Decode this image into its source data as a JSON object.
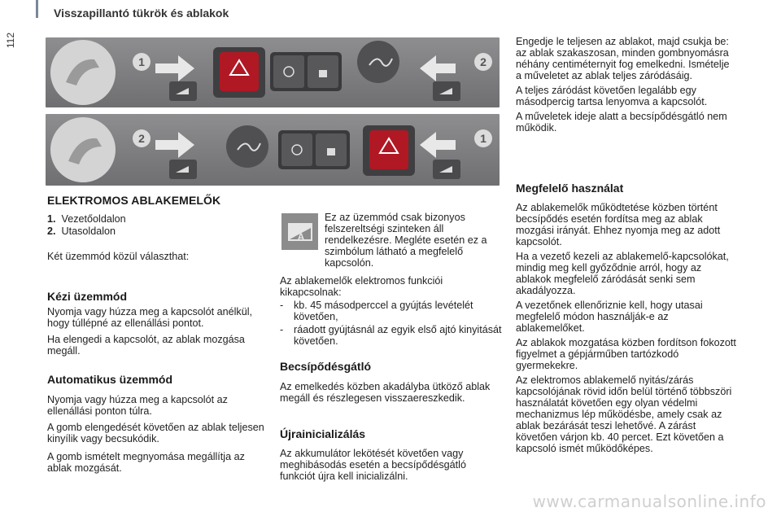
{
  "header": {
    "section_title": "Visszapillantó tükrök és ablakok",
    "page_number": "112"
  },
  "figure": {
    "top_callouts": [
      "1",
      "2"
    ],
    "bottom_callouts": [
      "2",
      "1"
    ],
    "icons": [
      "window-switch-icon",
      "hazard-icon",
      "lock-icon",
      "seat-heat-icon"
    ]
  },
  "left": {
    "title": "ELEKTROMOS ABLAKEMELŐK",
    "items": [
      {
        "num": "1.",
        "label": "Vezetőoldalon"
      },
      {
        "num": "2.",
        "label": "Utasoldalon"
      }
    ],
    "intro": "Két üzemmód közül választhat:",
    "manual": {
      "title": "Kézi üzemmód",
      "p1": "Nyomja vagy húzza meg a kapcsolót anélkül, hogy túllépné az ellenállási pontot.",
      "p2": "Ha elengedi a kapcsolót, az ablak mozgása megáll."
    },
    "auto": {
      "title": "Automatikus üzemmód",
      "p1": "Nyomja vagy húzza meg a kapcsolót az ellenállási ponton túlra.",
      "p2": "A gomb elengedését követően az ablak teljesen kinyílik vagy becsukódik.",
      "p3": "A gomb ismételt megnyomása megállítja az ablak mozgását."
    }
  },
  "middle": {
    "note": "Ez az üzemmód csak bizonyos felszereltségi szinteken áll rendelkezésre. Megléte esetén ez a szimbólum látható a megfelelő kapcsolón.",
    "functions_intro": "Az ablakemelők elektromos funkciói kikapcsolnak:",
    "functions": [
      "kb. 45 másodperccel a gyújtás levételét követően,",
      "ráadott gyújtásnál az egyik első ajtó kinyitását követően."
    ],
    "pinch": {
      "title": "Becsípődésgátló",
      "text": "Az emelkedés közben akadályba ütköző ablak megáll és részlegesen visszaereszkedik."
    },
    "reinit": {
      "title": "Újrainicializálás",
      "text": "Az akkumulátor lekötését követően vagy meghibásodás esetén a becsípődésgátló funkciót újra kell inicializálni."
    }
  },
  "right": {
    "p1": "Engedje le teljesen az ablakot, majd csukja be: az ablak szakaszosan, minden gombnyomásra néhány centiméternyit fog emelkedni. Ismételje a műveletet az ablak teljes záródásáig.",
    "p2": "A teljes záródást követően legalább egy másodpercig tartsa lenyomva a kapcsolót.",
    "p3": "A műveletek ideje alatt a becsípődésgátló nem működik.",
    "usage": {
      "title": "Megfelelő használat",
      "p1": "Az ablakemelők működtetése közben történt becsípődés esetén fordítsa meg az ablak mozgási irányát. Ehhez nyomja meg az adott kapcsolót.",
      "p2": "Ha a vezető kezeli az ablakemelő-kapcsolókat, mindig meg kell győződnie arról, hogy az ablakok megfelelő záródását senki sem akadályozza.",
      "p3": "A vezetőnek ellenőriznie kell, hogy utasai megfelelő módon használják-e az ablakemelőket.",
      "p4": "Az ablakok mozgatása közben fordítson fokozott figyelmet a gépjárműben tartózkodó gyermekekre.",
      "p5": "Az elektromos ablakemelő nyitás/zárás kapcsolójának rövid időn belül történő többszöri használatát követően egy olyan védelmi mechanizmus lép működésbe, amely csak az ablak bezárását teszi lehetővé. A zárást követően várjon kb. 40 percet. Ezt követően a kapcsoló ismét működőképes."
    }
  },
  "watermark": "www.carmanualsonline.info"
}
